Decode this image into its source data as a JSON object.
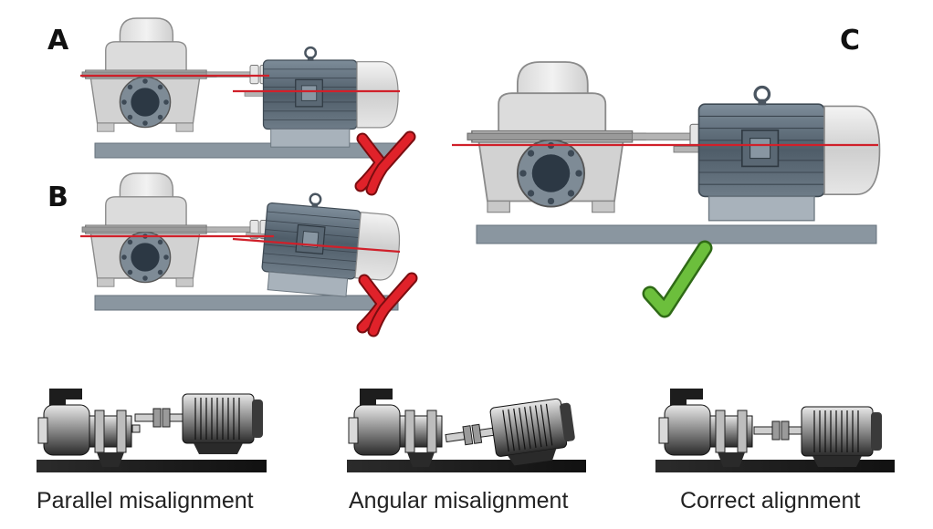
{
  "panels": [
    {
      "letter": "A",
      "state": "parallel offset",
      "verdict": "incorrect"
    },
    {
      "letter": "B",
      "state": "angular tilt",
      "verdict": "incorrect"
    },
    {
      "letter": "C",
      "state": "aligned",
      "verdict": "correct"
    }
  ],
  "captions": [
    {
      "text": "Parallel misalignment"
    },
    {
      "text": "Angular misalignment"
    },
    {
      "text": "Correct alignment"
    }
  ],
  "colors": {
    "centerline": "#d0202a",
    "cross": "#e0222a",
    "check": "#6cbf3c",
    "machine_light": "#e3e3e3",
    "machine_dark": "#5c6b78",
    "base": "#8a96a0"
  },
  "icons": {
    "incorrect": "cross-mark-icon",
    "correct": "check-mark-icon"
  }
}
